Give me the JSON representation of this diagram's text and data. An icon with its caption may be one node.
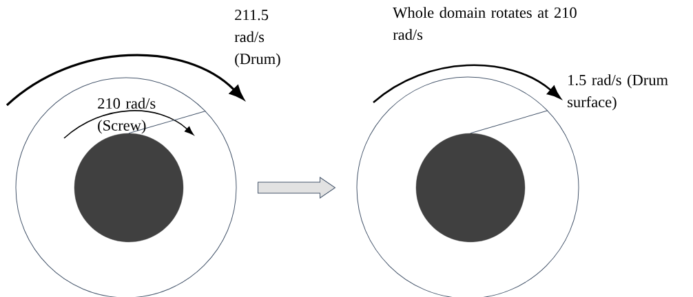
{
  "diagram": {
    "nodes": [
      {
        "text": [],
        "shape": "circle"
      },
      {
        "text": [],
        "shape": "circle",
        "in": 0
      },
      {
        "text": [],
        "shape": "circle"
      },
      {
        "text": [],
        "shape": "circle",
        "in": 2
      }
    ],
    "edges": [
      {
        "from": 1,
        "to": 0,
        "arrow": "none"
      },
      {
        "from": 0,
        "to": 2,
        "arrow": "to",
        "style": "thick"
      },
      {
        "from": 3,
        "to": 2,
        "arrow": "none"
      }
    ],
    "labels": [
      "211.5 rad/s (Drum)",
      "210 rad/s (Screw)",
      "Whole domain rotates at 210 rad/s",
      "1.5 rad/s (Drum surface)"
    ]
  }
}
